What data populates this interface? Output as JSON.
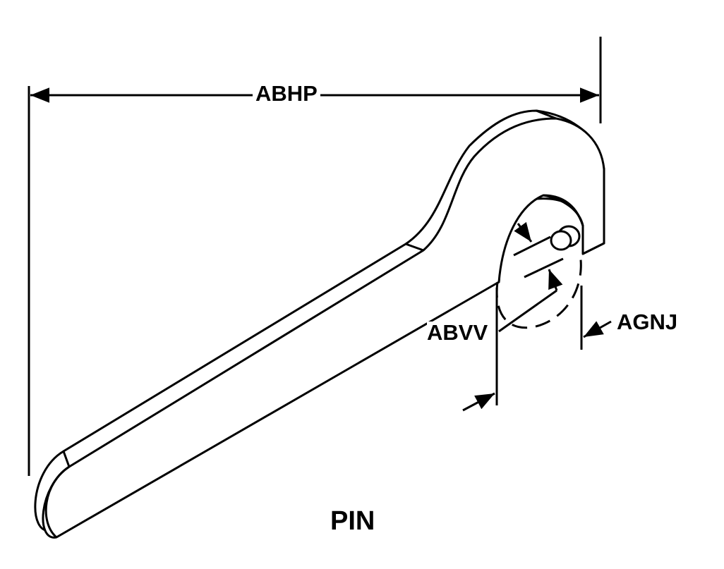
{
  "labels": {
    "overall_length": "ABHP",
    "pin_diameter": "ABVV",
    "pin_height": "AGNJ",
    "caption": "PIN"
  },
  "colors": {
    "line": "#000000",
    "background": "#ffffff"
  }
}
